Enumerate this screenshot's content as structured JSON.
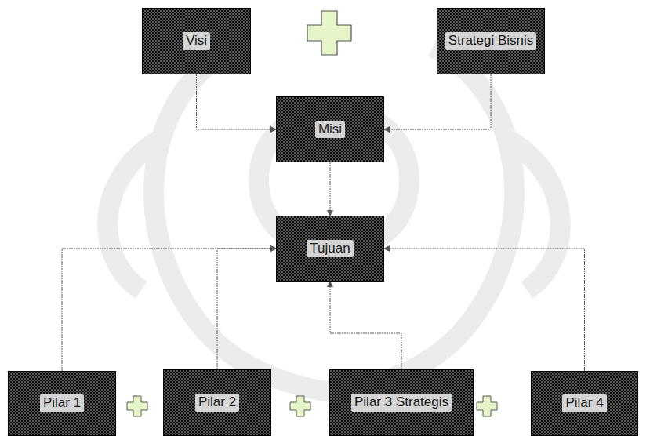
{
  "diagram": {
    "nodes": [
      {
        "text": [
          "Visi"
        ]
      },
      {
        "text": [
          "Strategi Bisnis"
        ]
      },
      {
        "text": [
          "Misi"
        ]
      },
      {
        "text": [
          "Tujuan"
        ]
      },
      {
        "text": [
          "Pilar 1"
        ]
      },
      {
        "text": [
          "Pilar 2"
        ]
      },
      {
        "text": [
          "Pilar 3 Strategis"
        ]
      },
      {
        "text": [
          "Pilar 4"
        ]
      }
    ],
    "edges": [
      {
        "from": 0,
        "to": 2,
        "arrow": "to"
      },
      {
        "from": 1,
        "to": 2,
        "arrow": "to"
      },
      {
        "from": 2,
        "to": 3,
        "arrow": "to"
      },
      {
        "from": 4,
        "to": 3,
        "arrow": "to"
      },
      {
        "from": 5,
        "to": 3,
        "arrow": "to"
      },
      {
        "from": 6,
        "to": 3,
        "arrow": "to"
      },
      {
        "from": 7,
        "to": 3,
        "arrow": "to"
      }
    ]
  }
}
